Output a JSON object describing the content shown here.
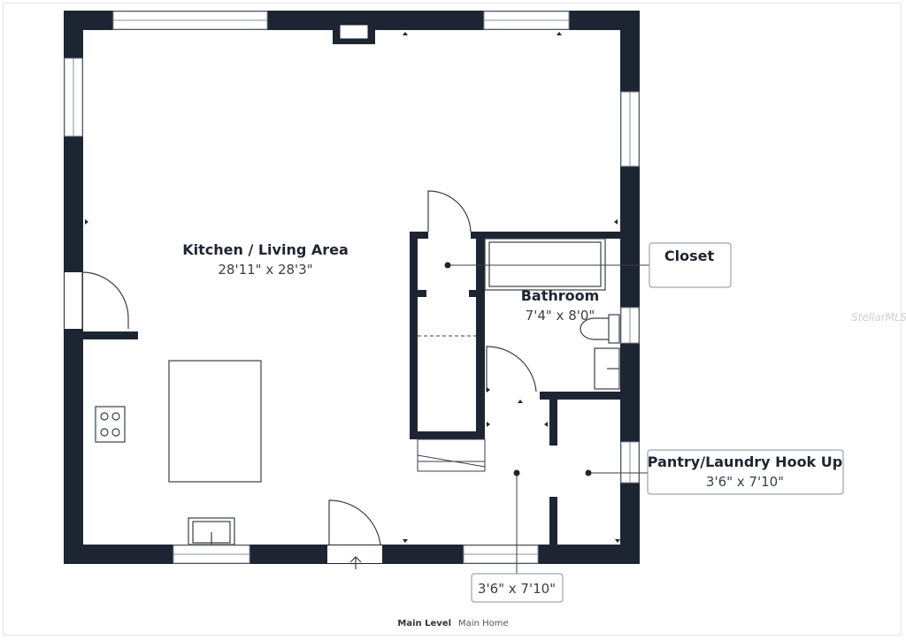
{
  "colors": {
    "wall": "#1e2532",
    "fixture": "#3a3f48",
    "callout_border": "#8a8f97"
  },
  "rooms": {
    "kitchen_living": {
      "name": "Kitchen / Living Area",
      "dims": "28'11\" x 28'3\""
    },
    "bathroom": {
      "name": "Bathroom",
      "dims": "7'4\" x 8'0\""
    }
  },
  "callouts": {
    "closet": {
      "name": "Closet"
    },
    "pantry": {
      "name": "Pantry/Laundry Hook Up",
      "dims": "3'6\" x 7'10\""
    },
    "hallway": {
      "dims": "3'6\" x 7'10\""
    }
  },
  "footer": {
    "level": "Main Level",
    "home": "Main Home"
  },
  "watermark": "StellarMLS"
}
